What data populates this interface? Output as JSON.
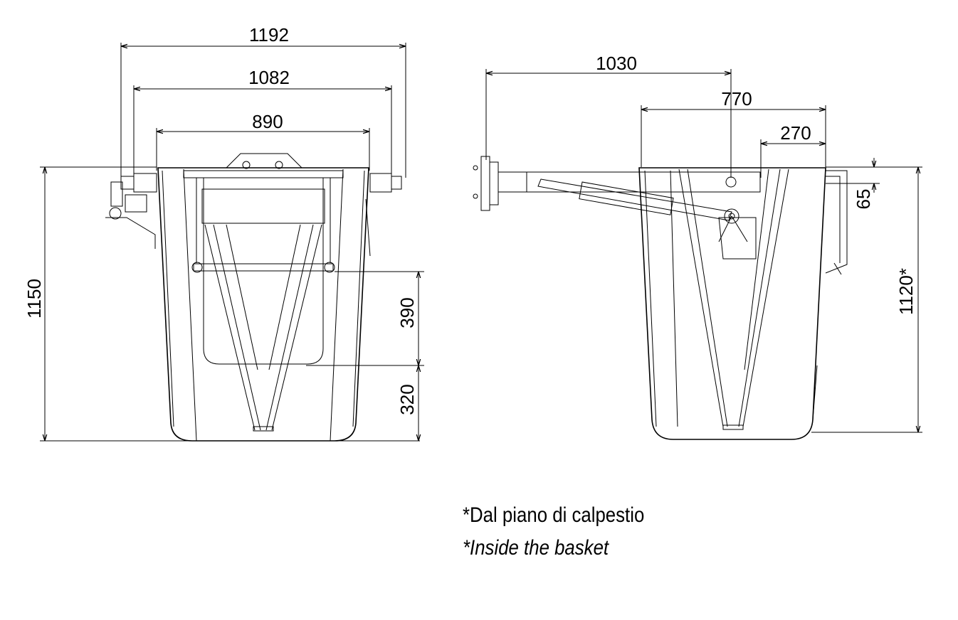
{
  "front_view": {
    "dims": {
      "width_1192": "1192",
      "width_1082": "1082",
      "width_890": "890",
      "height_1150": "1150",
      "height_390": "390",
      "height_320": "320"
    }
  },
  "side_view": {
    "dims": {
      "length_1030": "1030",
      "length_770": "770",
      "length_270": "270",
      "height_65": "65",
      "height_1120": "1120*"
    }
  },
  "notes": {
    "italian": "*Dal piano di calpestio",
    "english": "*Inside the basket"
  }
}
